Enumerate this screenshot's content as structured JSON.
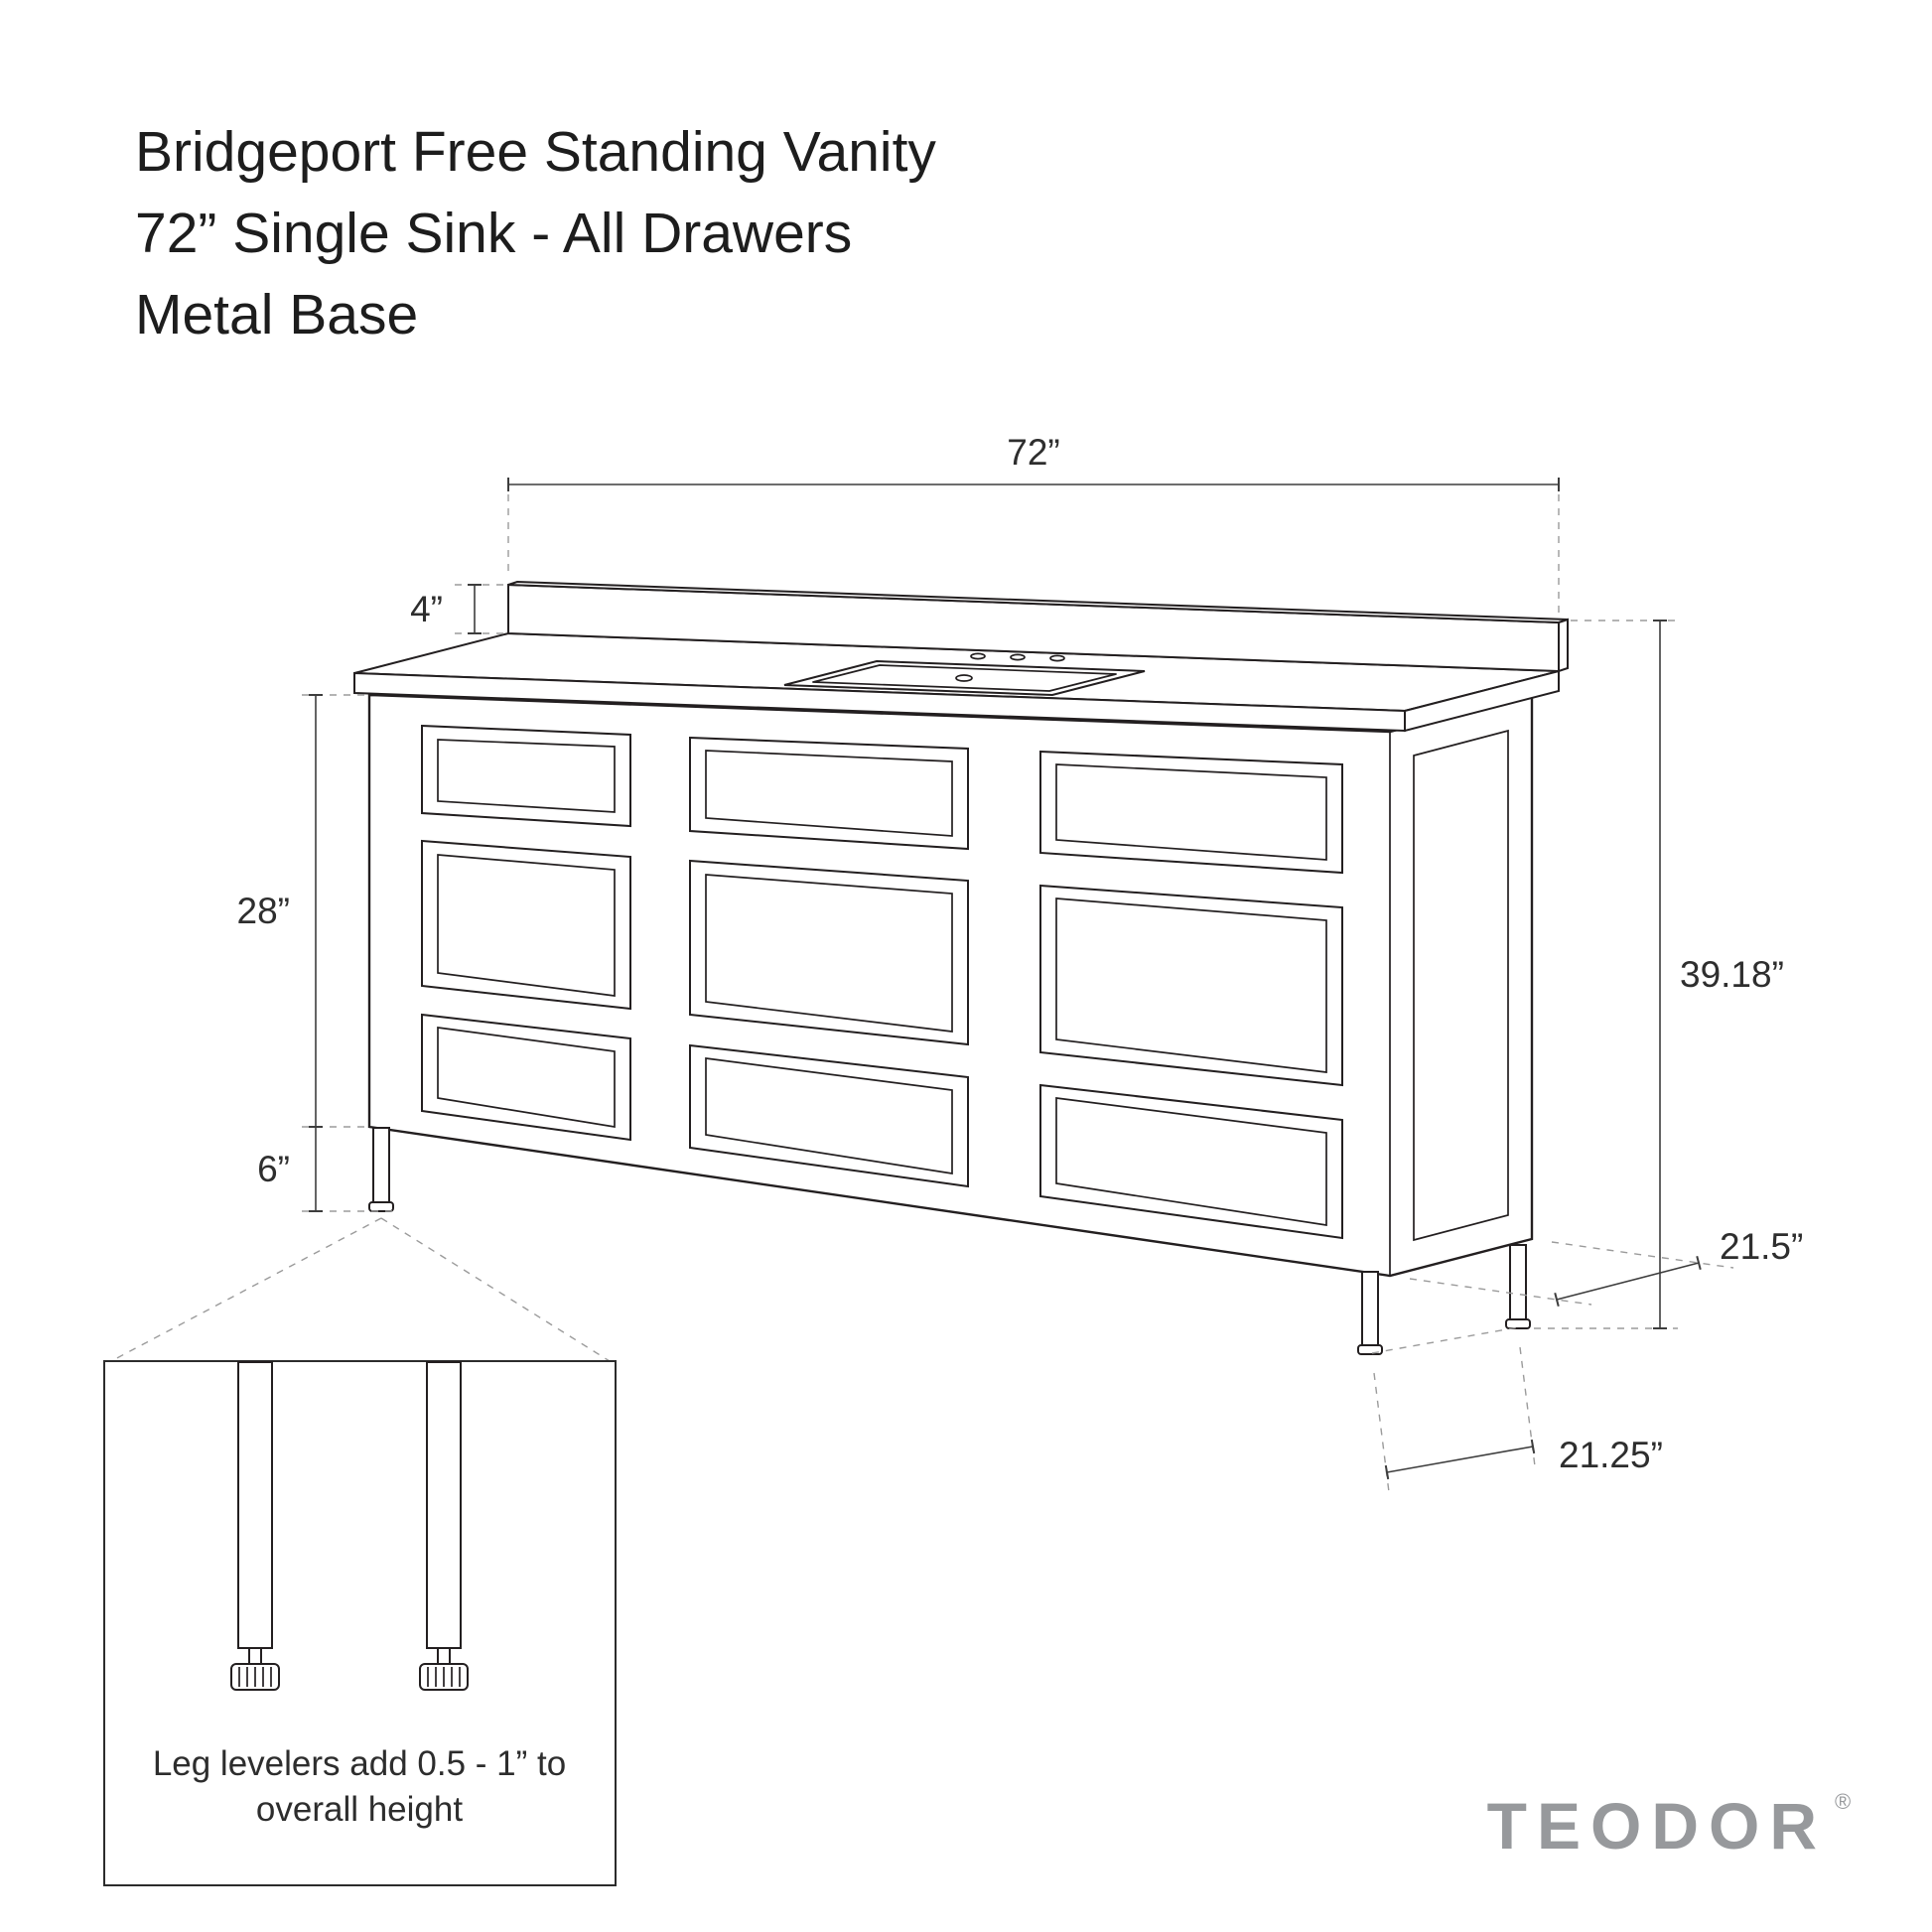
{
  "title": {
    "lines": [
      "Bridgeport Free Standing Vanity",
      "72” Single Sink - All Drawers",
      "Metal Base"
    ]
  },
  "dimensions": {
    "width": "72”",
    "backsplash_height": "4”",
    "cabinet_height": "28”",
    "leg_height": "6”",
    "overall_height": "39.18”",
    "counter_depth": "21.5”",
    "base_depth": "21.25”"
  },
  "inset": {
    "caption_line1": "Leg levelers add 0.5 - 1” to",
    "caption_line2": "overall height"
  },
  "brand": {
    "name": "TEODOR",
    "reg": "®"
  },
  "colors": {
    "line": "#231f20",
    "dim": "#3d3d3d",
    "dashed": "#9b9b9b",
    "brand": "#97999c",
    "background": "#ffffff"
  }
}
